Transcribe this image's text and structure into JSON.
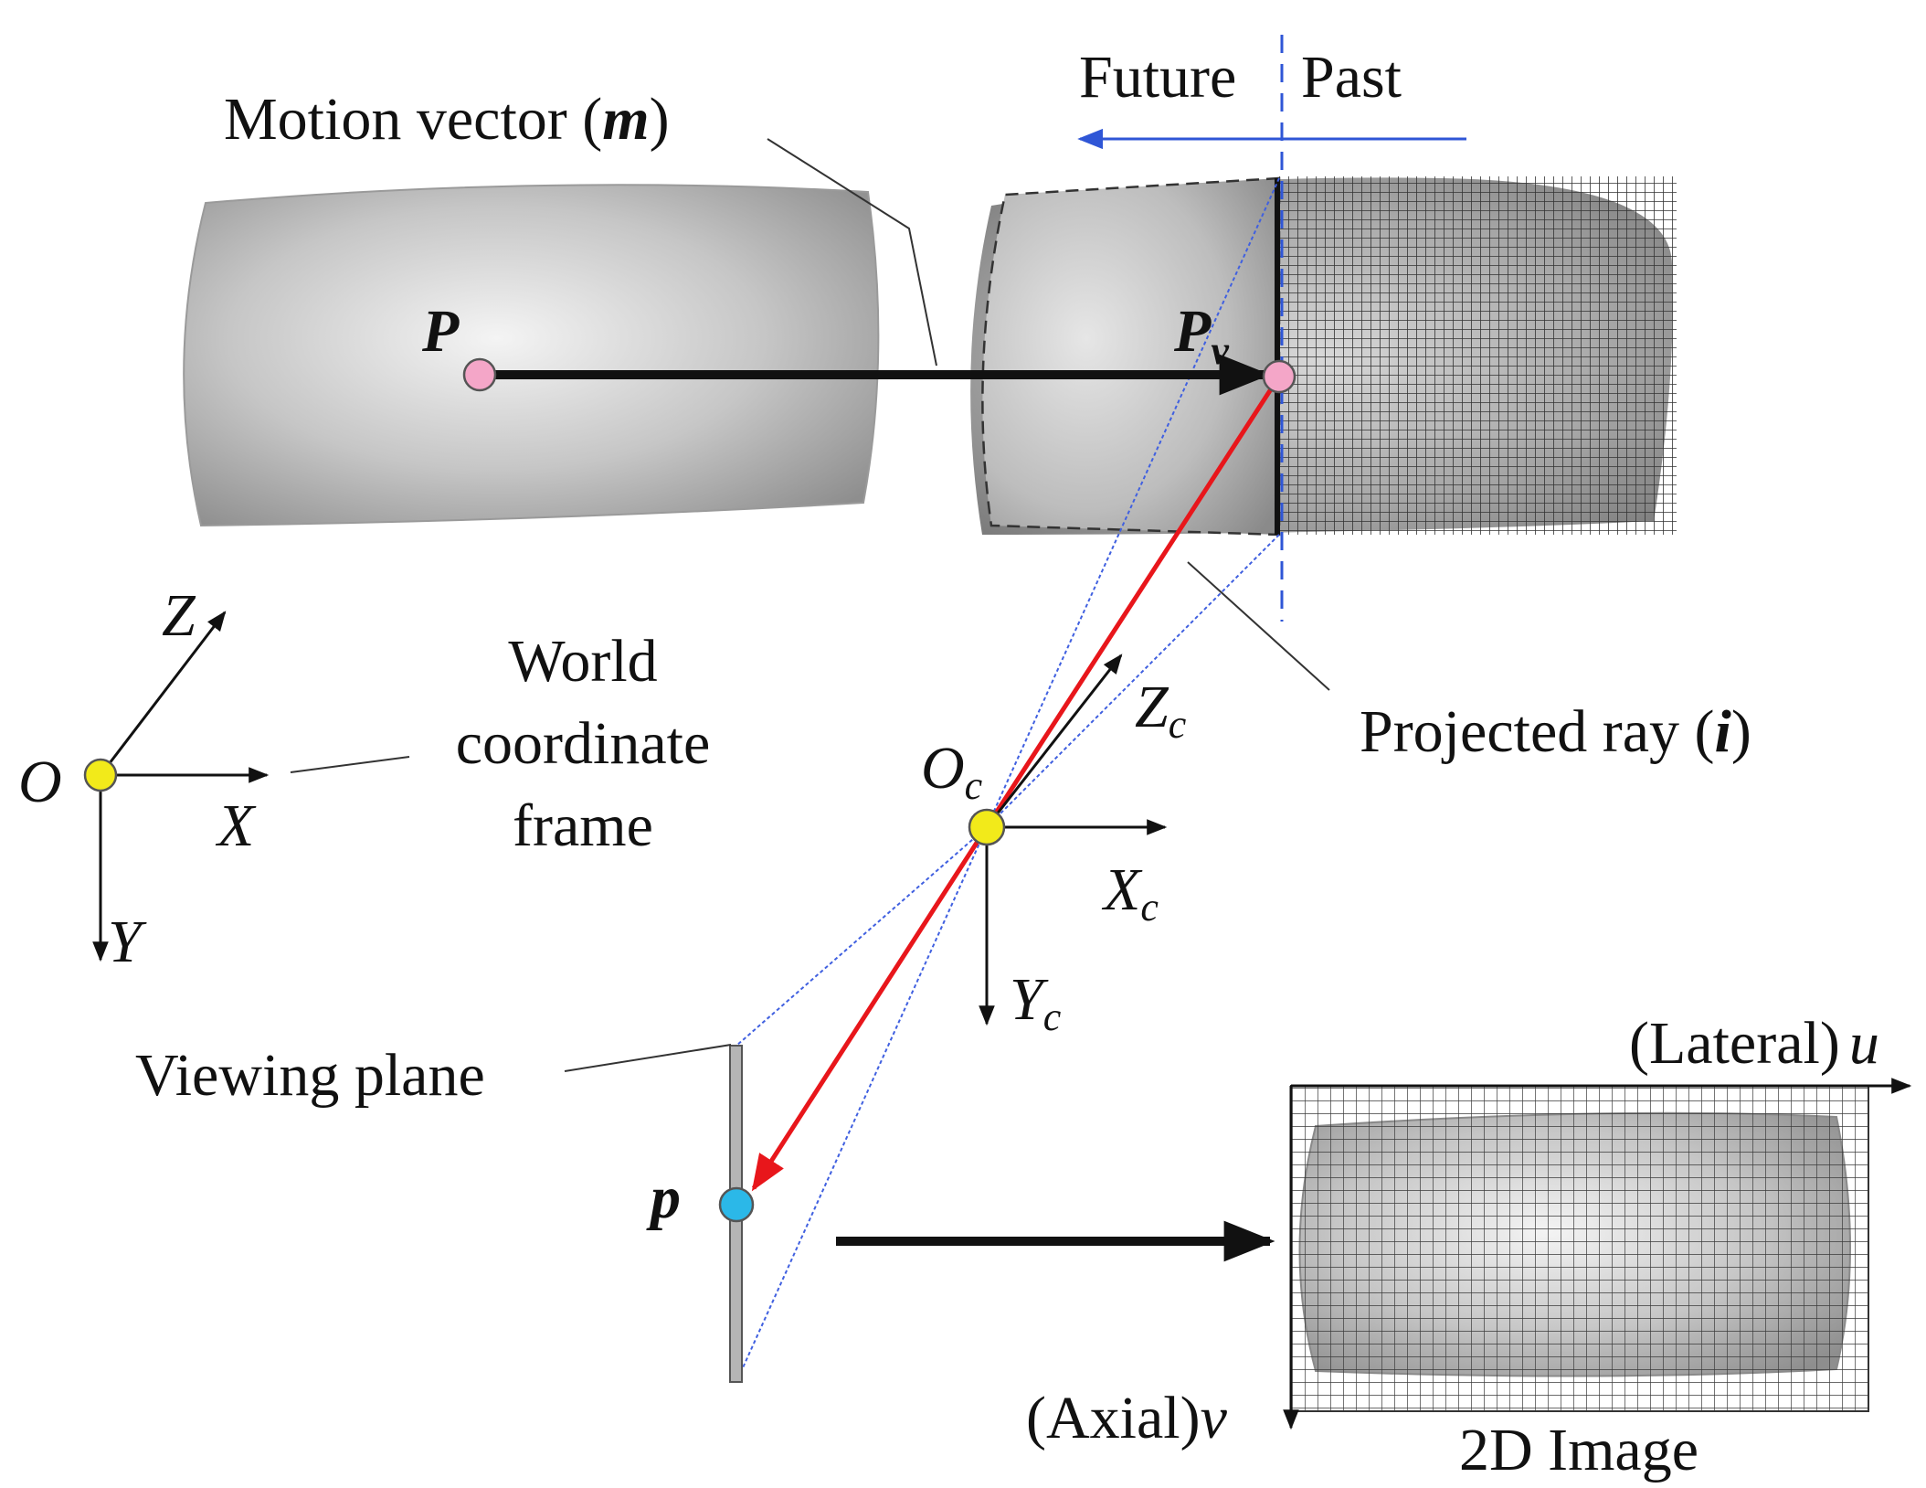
{
  "timeline": {
    "future_label": "Future",
    "past_label": "Past"
  },
  "labels": {
    "motion_vector_text": "Motion vector (",
    "motion_vector_symbol": "m",
    "motion_vector_close": ")",
    "point_P": "P",
    "point_Pv": "P",
    "point_Pv_sub": "v",
    "world_frame_line1": "World",
    "world_frame_line2": "coordinate",
    "world_frame_line3": "frame",
    "projected_ray_text": "Projected ray (",
    "projected_ray_symbol": "i",
    "projected_ray_close": ")",
    "viewing_plane": "Viewing plane",
    "point_p": "p",
    "image_caption": "2D Image",
    "lateral_axis_text": "(Lateral)",
    "lateral_axis_symbol": "u",
    "axial_axis_text": "(Axial)",
    "axial_axis_symbol": "v"
  },
  "world_axes": {
    "origin": "O",
    "x": "X",
    "y": "Y",
    "z": "Z"
  },
  "camera_axes": {
    "origin": "O",
    "x": "X",
    "y": "Y",
    "z": "Z",
    "subscript": "c"
  },
  "colors": {
    "point_world": "#f4a6c8",
    "origin_point": "#f2ea1a",
    "image_point": "#2bb8e8",
    "projected_ray": "#e8161b",
    "timeline_arrow": "#2f56d6",
    "frustum_lines": "#4060e0"
  }
}
